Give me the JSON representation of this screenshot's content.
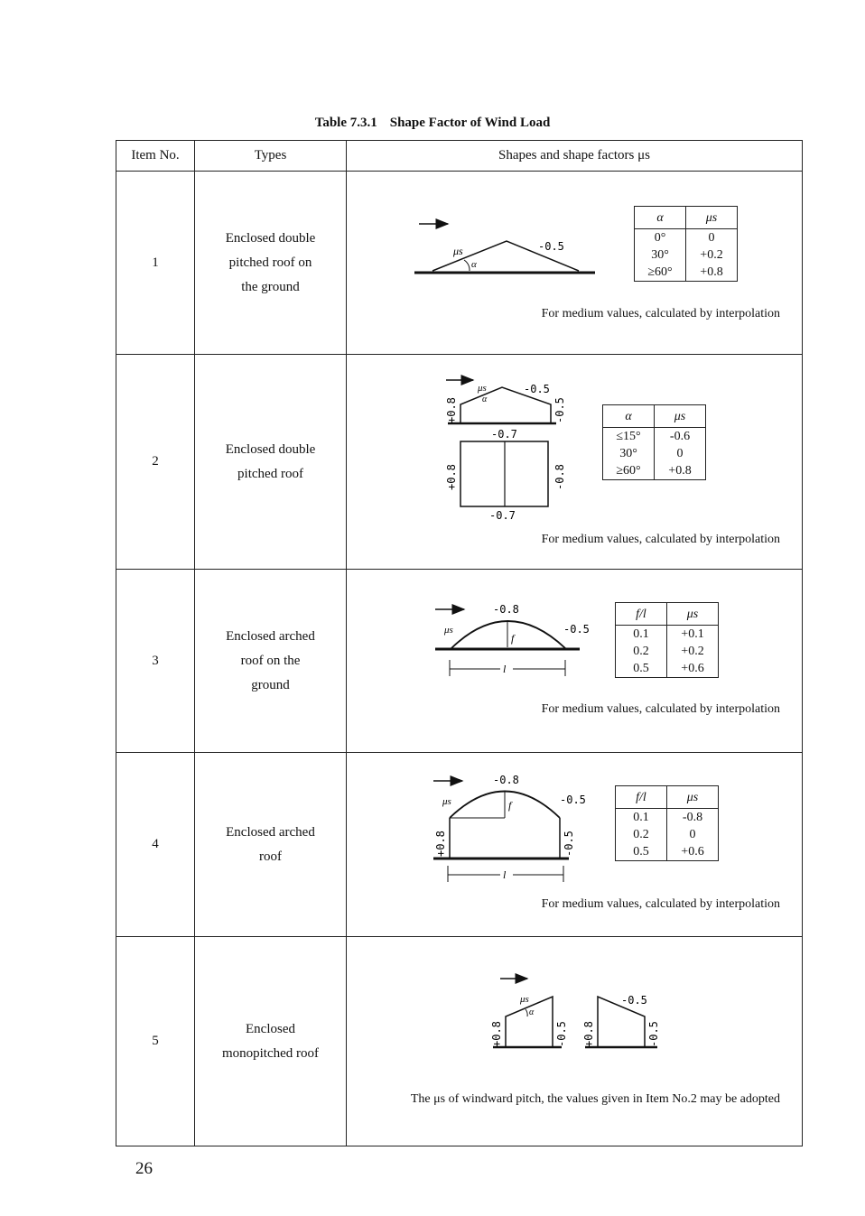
{
  "title": {
    "number": "Table 7.3.1",
    "text": "Shape Factor of Wind Load"
  },
  "headers": {
    "item": "Item No.",
    "types": "Types",
    "shapes": "Shapes and shape factors μs"
  },
  "rows": [
    {
      "item": "1",
      "type_lines": [
        "Enclosed double",
        "pitched roof on",
        "the ground"
      ],
      "labels": {
        "mu": "μs",
        "alpha": "α",
        "lee": "-0.5"
      },
      "factor_table": {
        "col1": "α",
        "col2": "μs",
        "rows": [
          {
            "a": "0°",
            "b": "0"
          },
          {
            "a": "30°",
            "b": "+0.2"
          },
          {
            "a": "≥60°",
            "b": "+0.8"
          }
        ]
      },
      "note": "For medium values, calculated by interpolation"
    },
    {
      "item": "2",
      "type_lines": [
        "Enclosed double",
        "pitched roof"
      ],
      "labels": {
        "mu": "μs",
        "alpha": "α",
        "lee_roof": "-0.5",
        "wind_wall": "+0.8",
        "lee_wall": "-0.5",
        "plan_top": "-0.7",
        "plan_bottom": "-0.7",
        "plan_left": "+0.8",
        "plan_right": "-0.8"
      },
      "factor_table": {
        "col1": "α",
        "col2": "μs",
        "rows": [
          {
            "a": "≤15°",
            "b": "-0.6"
          },
          {
            "a": "30°",
            "b": "0"
          },
          {
            "a": "≥60°",
            "b": "+0.8"
          }
        ]
      },
      "note": "For medium values, calculated by interpolation"
    },
    {
      "item": "3",
      "type_lines": [
        "Enclosed arched",
        "roof on the",
        "ground"
      ],
      "labels": {
        "mu": "μs",
        "top": "-0.8",
        "lee": "-0.5",
        "f": "f",
        "l": "l"
      },
      "factor_table": {
        "col1": "f/l",
        "col2": "μs",
        "rows": [
          {
            "a": "0.1",
            "b": "+0.1"
          },
          {
            "a": "0.2",
            "b": "+0.2"
          },
          {
            "a": "0.5",
            "b": "+0.6"
          }
        ]
      },
      "note": "For medium values, calculated by interpolation"
    },
    {
      "item": "4",
      "type_lines": [
        "Enclosed arched",
        "roof"
      ],
      "labels": {
        "mu": "μs",
        "top": "-0.8",
        "lee": "-0.5",
        "f": "f",
        "l": "l",
        "wind_wall": "+0.8",
        "lee_wall": "-0.5"
      },
      "factor_table": {
        "col1": "f/l",
        "col2": "μs",
        "rows": [
          {
            "a": "0.1",
            "b": "-0.8"
          },
          {
            "a": "0.2",
            "b": "0"
          },
          {
            "a": "0.5",
            "b": "+0.6"
          }
        ]
      },
      "note": "For medium values, calculated by interpolation"
    },
    {
      "item": "5",
      "type_lines": [
        "Enclosed",
        "monopitched roof"
      ],
      "labels": {
        "mu": "μs",
        "alpha": "α",
        "a_wind_wall": "+0.8",
        "a_lee_wall": "-0.5",
        "b_roof": "-0.5",
        "b_wind_wall": "+0.8",
        "b_lee_wall": "-0.5"
      },
      "note": "The μs of windward pitch, the values given in Item No.2 may be adopted"
    }
  ],
  "page_number": "26"
}
